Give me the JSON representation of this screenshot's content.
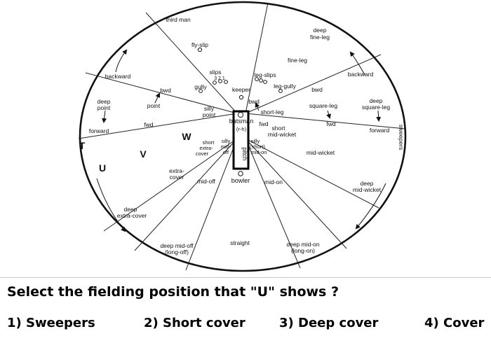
{
  "diagram": {
    "labels": {
      "third_man": "third man",
      "deep_fine_leg": [
        "deep",
        "fine-leg"
      ],
      "fly_slip": "fly-slip",
      "fine_leg": "fine-leg",
      "slips": "slips",
      "slip_numbers": "3 2 1",
      "leg_slips": "leg-slips",
      "gully": "gully",
      "leg_gully": "leg-gully",
      "keeper": "keeper",
      "backward_left": "backward",
      "backward_right": "backward",
      "bwd_off": "bwd",
      "bwd_center": "bwd",
      "bwd_leg": "bwd",
      "deep_point": [
        "deep",
        "point"
      ],
      "point": "point",
      "silly_point": [
        "silly",
        "point"
      ],
      "short_leg": "short-leg",
      "square_leg": "square-leg",
      "deep_square_leg": [
        "deep",
        "square-leg"
      ],
      "fwd_off": "fwd",
      "fwd_center": "fwd",
      "fwd_leg": "fwd",
      "forward_left": "forward",
      "forward_right": "forward",
      "batsman": "batsman",
      "batsman_hand": "(r-h)",
      "short_mid_wicket": [
        "short",
        "mid-wicket"
      ],
      "short_extra_cover": [
        "short",
        "extra-",
        "cover"
      ],
      "silly_mid_off": [
        "silly",
        "mid-",
        "off"
      ],
      "silly_short_mid_on": [
        "silly",
        "(short)",
        "mid-on"
      ],
      "pitch": "pitch",
      "mid_wicket": "mid-wicket",
      "extra_cover": [
        "extra-",
        "cover"
      ],
      "mid_off": "mid-off",
      "mid_on": "mid-on",
      "bowler": "bowler",
      "deep_mid_wicket": [
        "deep",
        "mid-wicket"
      ],
      "deep_extra_cover": [
        "deep",
        "extra-cover"
      ],
      "straight": "straight",
      "deep_mid_off": [
        "deep mid-off",
        "(long-off)"
      ],
      "deep_mid_on": [
        "deep mid-on",
        "(long-on)"
      ],
      "sweepers": "sweepers",
      "marker_t": "T",
      "marker_u": "U",
      "marker_v": "V",
      "marker_w": "W"
    }
  },
  "question": {
    "text": "Select the fielding position that \"U\" shows ?",
    "options": [
      "1) Sweepers",
      "2) Short cover",
      "3) Deep cover",
      "4) Cover"
    ]
  }
}
